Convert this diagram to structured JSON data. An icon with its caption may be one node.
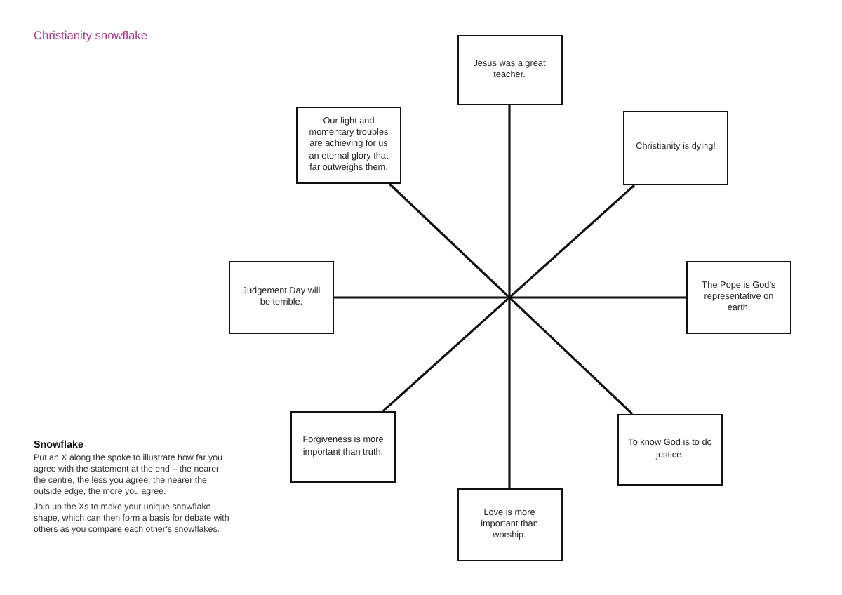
{
  "diagram": {
    "title": "Christianity snowflake",
    "nodes": [
      {
        "text": [
          "Jesus was a great teacher."
        ]
      },
      {
        "text": [
          "Our light and momentary troubles are achieving for us an eternal glory that far outweighs them."
        ]
      },
      {
        "text": [
          "Christianity is dying!"
        ]
      },
      {
        "text": [
          "Judgement Day will be terrible."
        ]
      },
      {
        "text": [
          "The Pope is God’s representative on earth."
        ]
      },
      {
        "text": [
          "Forgiveness is more important than truth."
        ]
      },
      {
        "text": [
          "To know God is to do justice."
        ]
      },
      {
        "text": [
          "Love is more important than worship."
        ]
      }
    ],
    "edges": [
      {
        "from": 0,
        "to": 7,
        "arrow": "none"
      },
      {
        "from": 1,
        "to": 6,
        "arrow": "none"
      },
      {
        "from": 2,
        "to": 5,
        "arrow": "none"
      },
      {
        "from": 3,
        "to": 4,
        "arrow": "none"
      }
    ],
    "labels": [
      "Snowflake",
      "Put an X along the spoke to illustrate how far you agree with the statement at the end – the nearer the centre, the less you agree; the nearer the outside edge, the more you agree.",
      "Join up the Xs to make your unique snowflake shape, which can then form a basis for debate with others as you compare each other’s snowflakes."
    ]
  }
}
